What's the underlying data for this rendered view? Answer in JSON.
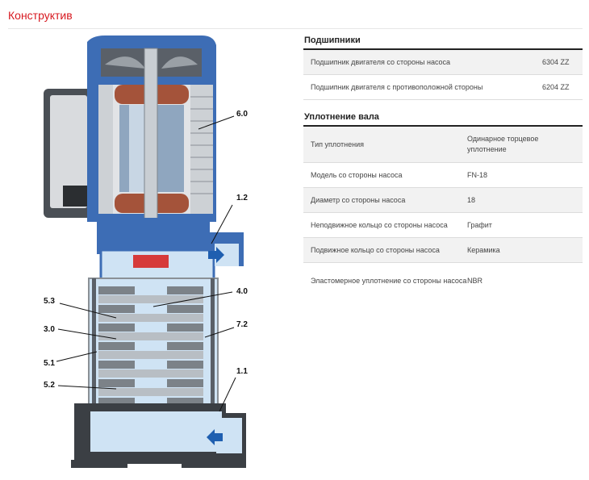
{
  "page": {
    "title": "Конструктив"
  },
  "diagram": {
    "labels": {
      "l60": "6.0",
      "l12": "1.2",
      "l40": "4.0",
      "l53": "5.3",
      "l72": "7.2",
      "l30": "3.0",
      "l51": "5.1",
      "l11": "1.1",
      "l52": "5.2"
    }
  },
  "bearings": {
    "title": "Подшипники",
    "rows": [
      {
        "label": "Подшипник двигателя со стороны насоса",
        "value": "6304 ZZ"
      },
      {
        "label": "Подшипник двигателя с противоположной стороны",
        "value": "6204 ZZ"
      }
    ]
  },
  "shaft_seal": {
    "title": "Уплотнение вала",
    "rows": [
      {
        "label": "Тип уплотнения",
        "value": "Одинарное торцевое уплотнение"
      },
      {
        "label": "Модель со стороны насоса",
        "value": "FN-18"
      },
      {
        "label": "Диаметр со стороны насоса",
        "value": "18"
      },
      {
        "label": "Неподвижное кольцо со стороны насоса",
        "value": "Графит"
      },
      {
        "label": "Подвижное кольцо со стороны насоса",
        "value": "Керамика"
      },
      {
        "label": "Эластомерное уплотнение со стороны насоса",
        "value": "NBR"
      }
    ]
  },
  "colors": {
    "accent": "#d71920",
    "motor_blue": "#3d6db5",
    "water_blue": "#cfe3f4",
    "metal": "#bfc4c9",
    "dark_cast": "#3b3f44",
    "winding": "#a4533a",
    "arrow_blue": "#1f5fb0"
  }
}
